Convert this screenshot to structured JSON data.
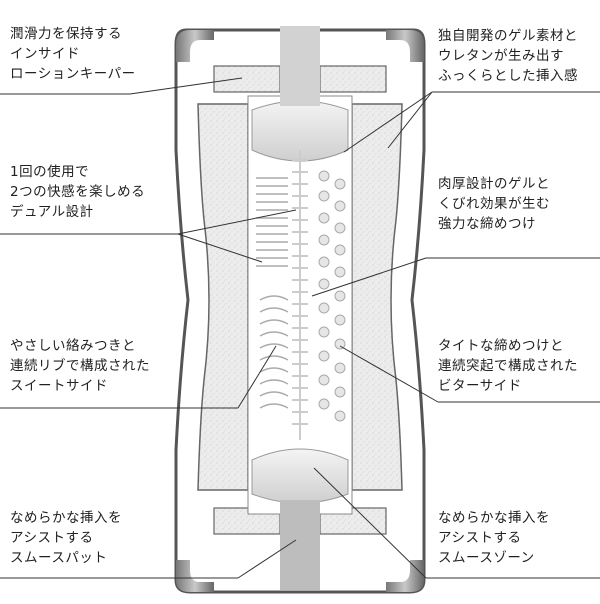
{
  "labels": {
    "left_1": [
      "潤滑力を保持する",
      "インサイド",
      "ローションキーパー"
    ],
    "left_2": [
      "1回の使用で",
      "2つの快感を楽しめる",
      "デュアル設計"
    ],
    "left_3": [
      "やさしい絡みつきと",
      "連続リブで構成された",
      "スイートサイド"
    ],
    "left_4": [
      "なめらかな挿入を",
      "アシストする",
      "スムースパット"
    ],
    "right_1": [
      "独自開発のゲル素材と",
      "ウレタンが生み出す",
      "ふっくらとした挿入感"
    ],
    "right_2": [
      "肉厚設計のゲルと",
      "くびれ効果が生む",
      "強力な締めつけ"
    ],
    "right_3": [
      "タイトな締めつけと",
      "連続突起で構成された",
      "ビターサイド"
    ],
    "right_4": [
      "なめらかな挿入を",
      "アシストする",
      "スムースゾーン"
    ]
  },
  "colors": {
    "line": "#333333",
    "fill_gray": "#dcdcdc",
    "outline": "#444444"
  }
}
